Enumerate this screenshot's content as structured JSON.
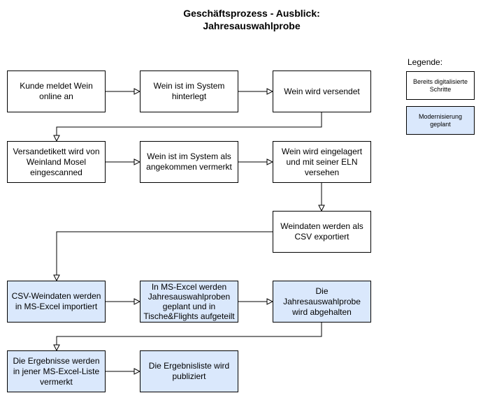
{
  "title": {
    "line1": "Geschäftsprozess - Ausblick:",
    "line2": "Jahresauswahlprobe"
  },
  "legend": {
    "title": "Legende:",
    "done_label": "Bereits digitalisierte Schritte",
    "planned_label": "Modernisierung geplant",
    "colors": {
      "done": "#ffffff",
      "planned": "#dae8fc"
    }
  },
  "steps": [
    {
      "id": "s1",
      "label": "Kunde meldet Wein online an",
      "status": "done"
    },
    {
      "id": "s2",
      "label": "Wein ist im System hinterlegt",
      "status": "done"
    },
    {
      "id": "s3",
      "label": "Wein wird versendet",
      "status": "done"
    },
    {
      "id": "s4",
      "label": "Versandetikett wird von Weinland Mosel eingescanned",
      "status": "done"
    },
    {
      "id": "s5",
      "label": "Wein ist im System als angekommen vermerkt",
      "status": "done"
    },
    {
      "id": "s6",
      "label": "Wein wird eingelagert und mit seiner ELN versehen",
      "status": "done"
    },
    {
      "id": "s7",
      "label": "Weindaten werden als CSV exportiert",
      "status": "done"
    },
    {
      "id": "s8",
      "label": "CSV-Weindaten werden in MS-Excel importiert",
      "status": "planned"
    },
    {
      "id": "s9",
      "label": "In MS-Excel werden Jahresauswahlproben geplant und in Tische&Flights aufgeteilt",
      "status": "planned"
    },
    {
      "id": "s10",
      "label": "Die Jahresauswahlprobe wird abgehalten",
      "status": "planned"
    },
    {
      "id": "s11",
      "label": "Die Ergebnisse werden in jener MS-Excel-Liste vermerkt",
      "status": "planned"
    },
    {
      "id": "s12",
      "label": "Die Ergebnisliste wird publiziert",
      "status": "planned"
    }
  ],
  "edges": [
    [
      "s1",
      "s2"
    ],
    [
      "s2",
      "s3"
    ],
    [
      "s3",
      "s4"
    ],
    [
      "s4",
      "s5"
    ],
    [
      "s5",
      "s6"
    ],
    [
      "s6",
      "s7"
    ],
    [
      "s7",
      "s8"
    ],
    [
      "s8",
      "s9"
    ],
    [
      "s9",
      "s10"
    ],
    [
      "s10",
      "s11"
    ],
    [
      "s11",
      "s12"
    ]
  ]
}
